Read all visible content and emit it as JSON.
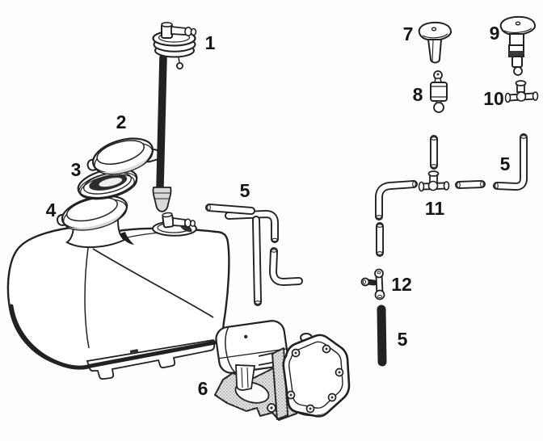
{
  "diagram": {
    "kind": "exploded-parts-diagram",
    "background": "#fdfdfc",
    "ink_color": "#222222",
    "shade_color": "#e3e3e1",
    "dark_fill": "#1e1e1e"
  },
  "parts": [
    {
      "label": "1",
      "name": "filler-tube-with-cap"
    },
    {
      "label": "2",
      "name": "filler-cap"
    },
    {
      "label": "3",
      "name": "cap-seal-ring"
    },
    {
      "label": "4",
      "name": "tank-neck-cap"
    },
    {
      "label": "5",
      "name": "washer-hose"
    },
    {
      "label": "6",
      "name": "washer-pump-motor"
    },
    {
      "label": "7",
      "name": "washer-jet-nozzle-short"
    },
    {
      "label": "8",
      "name": "check-valve"
    },
    {
      "label": "9",
      "name": "washer-jet-nozzle-long"
    },
    {
      "label": "10",
      "name": "tee-connector"
    },
    {
      "label": "11",
      "name": "tee-connector-with-hoses"
    },
    {
      "label": "12",
      "name": "tee-connector-side-stem"
    }
  ],
  "callouts": [
    {
      "text": "1"
    },
    {
      "text": "2"
    },
    {
      "text": "3"
    },
    {
      "text": "4"
    },
    {
      "text": "5"
    },
    {
      "text": "6"
    },
    {
      "text": "7"
    },
    {
      "text": "8"
    },
    {
      "text": "9"
    },
    {
      "text": "10"
    },
    {
      "text": "11"
    },
    {
      "text": "12"
    },
    {
      "text": "5"
    },
    {
      "text": "5"
    }
  ]
}
